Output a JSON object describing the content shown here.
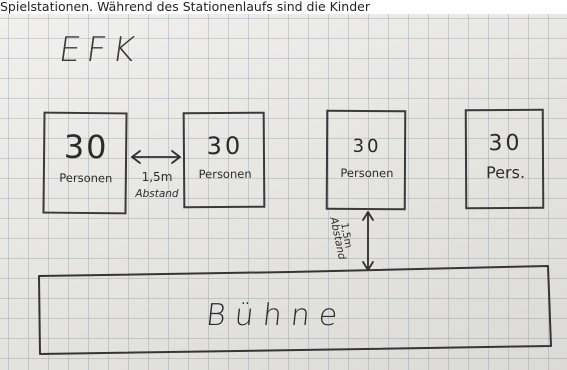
{
  "caption": "Spielstationen. Während des Stationenlaufs sind die Kinder",
  "title": "EFK",
  "groups": [
    {
      "count": "30",
      "label": "Personen"
    },
    {
      "count": "30",
      "label": "Personen"
    },
    {
      "count": "30",
      "label": "Personen"
    },
    {
      "count": "30",
      "label": "Pers."
    }
  ],
  "distance_horizontal": {
    "value": "1,5m",
    "word": "Abstand"
  },
  "distance_vertical": {
    "value": "1,5m",
    "word": "Abstand"
  },
  "stage_label": "Bühne"
}
